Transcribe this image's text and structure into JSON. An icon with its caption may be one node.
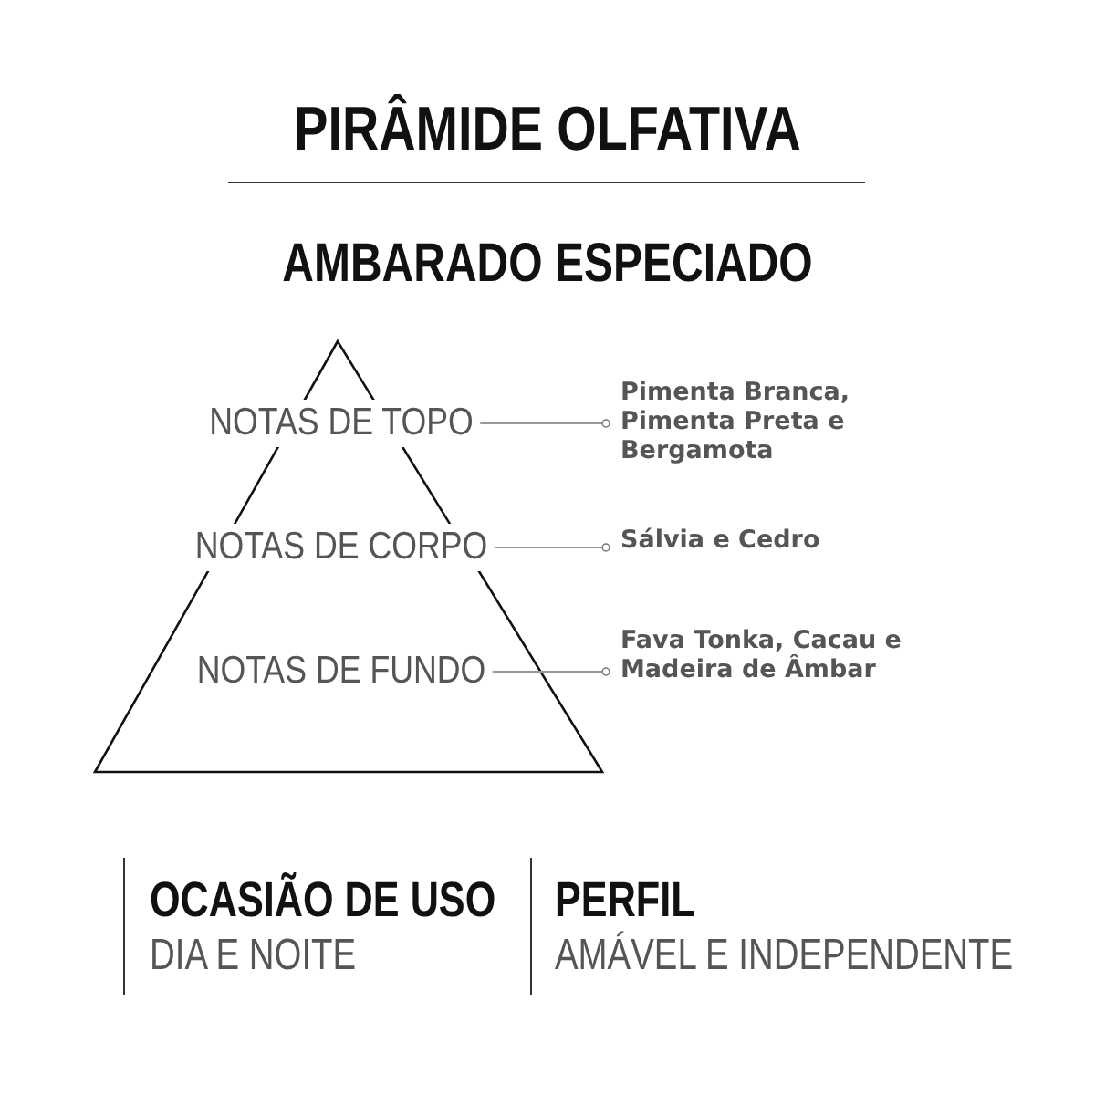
{
  "diagram": {
    "title": "PIRÂMIDE OLFATIVA",
    "nodes": [
      {
        "text": [
          "NOTAS DE TOPO"
        ]
      },
      {
        "text": [
          "Pimenta Branca, Pimenta Preta e Bergamota"
        ]
      },
      {
        "text": [
          "NOTAS DE CORPO"
        ]
      },
      {
        "text": [
          "Sálvia e Cedro"
        ]
      },
      {
        "text": [
          "NOTAS DE FUNDO"
        ]
      },
      {
        "text": [
          "Fava Tonka, Cacau e Madeira de Âmbar"
        ]
      }
    ],
    "edges": [
      {
        "from": 0,
        "to": 1,
        "arrow": "other"
      },
      {
        "from": 2,
        "to": 3,
        "arrow": "other"
      },
      {
        "from": 4,
        "to": 5,
        "arrow": "other"
      }
    ],
    "labels": [
      "AMBARADO ESPECIADO",
      "OCASIÃO DE USO",
      "DIA E NOITE",
      "PERFIL",
      "AMÁVEL E INDEPENDENTE"
    ]
  }
}
